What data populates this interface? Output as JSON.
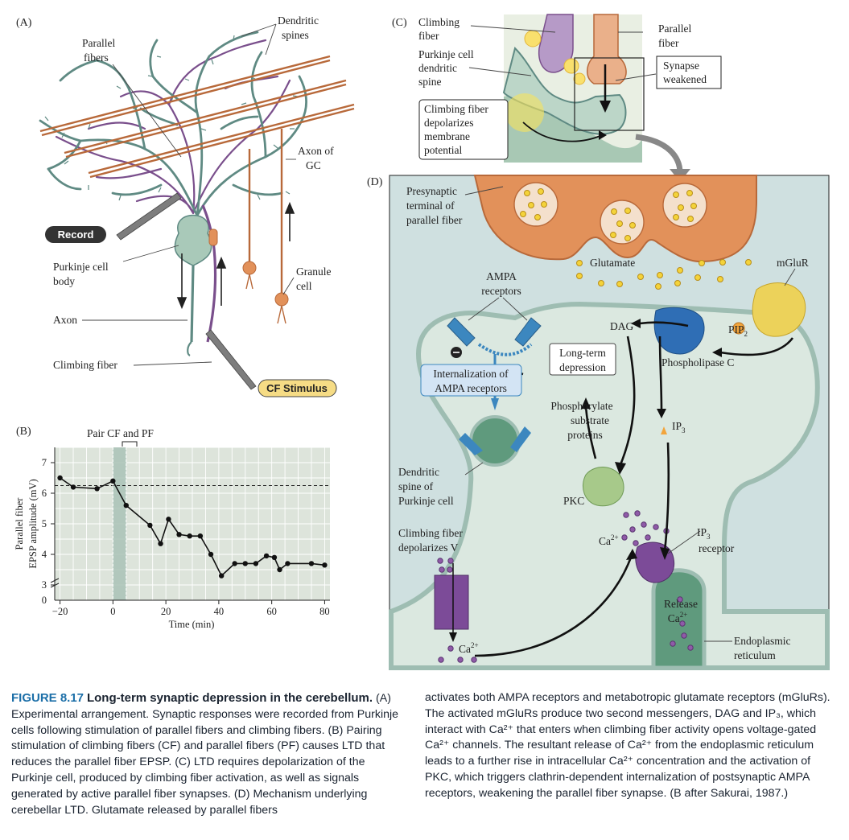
{
  "panels": {
    "a": "(A)",
    "b": "(B)",
    "c": "(C)",
    "d": "(D)"
  },
  "panel_a": {
    "dendritic_spines": [
      "Dendritic",
      "spines"
    ],
    "parallel_fibers": [
      "Parallel",
      "fibers"
    ],
    "axon_of_gc": [
      "Axon of",
      "GC"
    ],
    "record": "Record",
    "purkinje_body": [
      "Purkinje cell",
      "body"
    ],
    "granule_cell": [
      "Granule",
      "cell"
    ],
    "axon": "Axon",
    "climbing_fiber": "Climbing fiber",
    "cf_stimulus": "CF Stimulus"
  },
  "panel_c": {
    "climbing_fiber": [
      "Climbing",
      "fiber"
    ],
    "parallel_fiber": [
      "Parallel",
      "fiber"
    ],
    "dendritic_spine": [
      "Purkinje cell",
      "dendritic",
      "spine"
    ],
    "synapse_weakened": [
      "Synapse",
      "weakened"
    ],
    "depolarizes": [
      "Climbing fiber",
      "depolarizes",
      "membrane",
      "potential"
    ]
  },
  "panel_d": {
    "presynaptic": [
      "Presynaptic",
      "terminal of",
      "parallel fiber"
    ],
    "glutamate": "Glutamate",
    "mglur": "mGluR",
    "ampa": [
      "AMPA",
      "receptors"
    ],
    "dag": "DAG",
    "pip2_main": "PIP",
    "pip2_sub": "2",
    "ltd": [
      "Long-term",
      "depression"
    ],
    "internalization": [
      "Internalization of",
      "AMPA receptors"
    ],
    "plc": "Phospholipase C",
    "phosphorylate": [
      "Phosphorylate",
      "substrate",
      "proteins"
    ],
    "ip3_main": "IP",
    "ip3_sub": "3",
    "dendritic_spine": [
      "Dendritic",
      "spine of",
      "Purkinje cell"
    ],
    "pkc": "PKC",
    "cf_depolarizes": [
      "Climbing fiber",
      "depolarizes V"
    ],
    "ca_main": "Ca",
    "ca_sup": "2+",
    "ip3_receptor_main": "IP",
    "ip3_receptor_sub": "3",
    "ip3_receptor_word": "receptor",
    "release": "Release",
    "er": [
      "Endoplasmic",
      "reticulum"
    ]
  },
  "chart_data": {
    "type": "line",
    "xlabel": "Time (min)",
    "ylabel": [
      "Parallel fiber",
      "EPSP amplitude (mV)"
    ],
    "annotation": "Pair CF and PF",
    "xlim": [
      -22,
      82
    ],
    "ylim": [
      2.5,
      7.5
    ],
    "x_ticks": [
      -20,
      0,
      20,
      40,
      60,
      80
    ],
    "y_ticks": [
      3,
      4,
      5,
      6,
      7
    ],
    "y_zero_label": "0",
    "baseline": 6.25,
    "pairing_window": [
      0,
      5
    ],
    "x": [
      -20,
      -15,
      -6,
      0,
      5,
      14,
      18,
      21,
      25,
      29,
      33,
      37,
      41,
      46,
      50,
      54,
      58,
      61,
      63,
      66,
      75,
      80
    ],
    "y": [
      6.5,
      6.2,
      6.15,
      6.4,
      5.6,
      4.95,
      4.35,
      5.15,
      4.65,
      4.6,
      4.6,
      4.0,
      3.3,
      3.7,
      3.7,
      3.7,
      3.95,
      3.9,
      3.5,
      3.7,
      3.7,
      3.65
    ]
  },
  "caption": {
    "fig": "FIGURE 8.17",
    "title": "Long-term synaptic depression in the cerebellum.",
    "left_text": "(A) Experimental arrangement. Synaptic responses were recorded from Purkinje cells following stimulation of parallel fibers and climbing fibers. (B) Pairing stimulation of climbing fibers (CF) and parallel fibers (PF) causes LTD that reduces the parallel fiber EPSP. (C) LTD requires depolarization of the Purkinje cell, produced by climbing fiber activation, as well as signals generated by active parallel fiber synapses. (D) Mechanism underlying cerebellar LTD. Glutamate released by parallel fibers",
    "right_text": "activates both AMPA receptors and metabotropic glutamate receptors (mGluRs). The activated mGluRs produce two second messengers, DAG and IP₃, which interact with Ca²⁺ that enters when climbing fiber activity opens voltage-gated Ca²⁺ channels. The resultant release of Ca²⁺ from the endoplasmic reticulum leads to a further rise in intracellular Ca²⁺ concentration and the activation of PKC, which triggers clathrin-dependent internalization of postsynaptic AMPA receptors, weakening the parallel fiber synapse. (B after Sakurai, 1987.)"
  },
  "colors": {
    "dendrite": "#5f8a83",
    "dendrite_purple": "#7a4f8c",
    "parallel_fiber": "#b8693a",
    "cytoplasm": "#d7e8e0",
    "membrane": "#9ebdb2",
    "presynaptic": "#e2915a",
    "glutamate": "#f4d33a",
    "ampa": "#3c87bf",
    "plc": "#2f6eb5",
    "pkc": "#a7c98a",
    "mglur": "#ecd25a",
    "ip3_receptor": "#7c4b98",
    "er": "#5f9a7d",
    "accent_blue": "#1c6fa8"
  }
}
